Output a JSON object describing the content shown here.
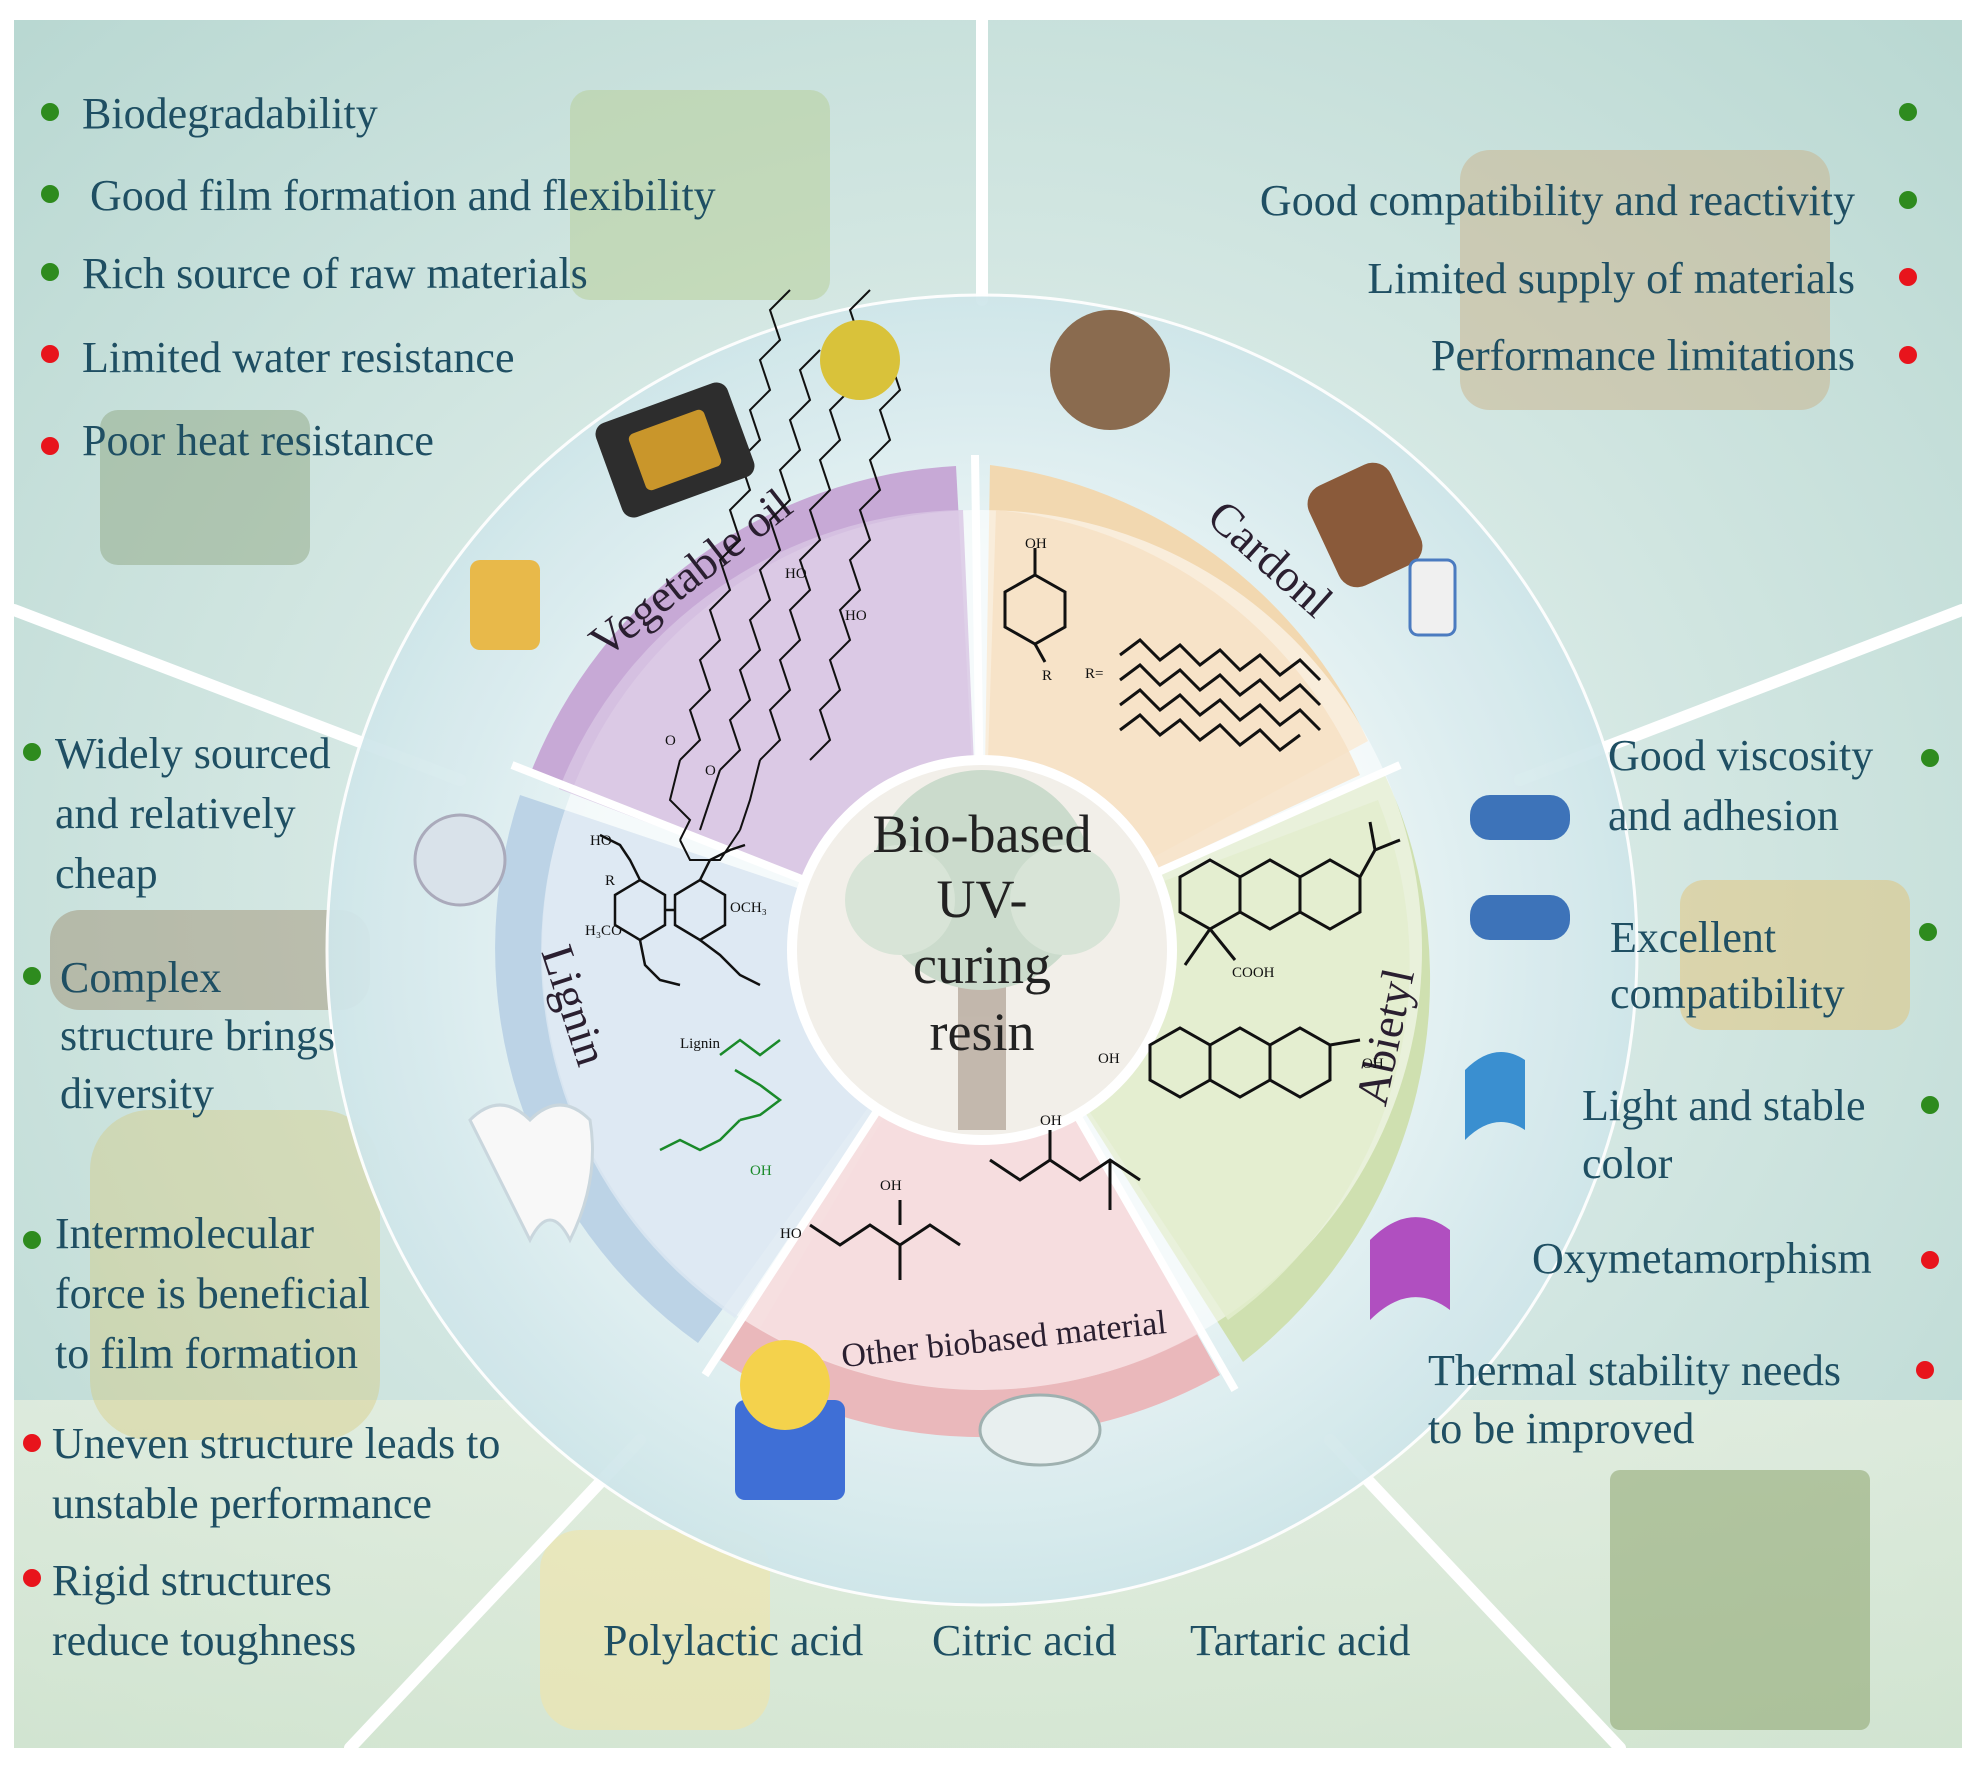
{
  "center": {
    "lines": [
      "Bio-based",
      "UV-",
      "curing",
      "resin"
    ]
  },
  "colors": {
    "good": "#2e8b1e",
    "bad": "#e8141c",
    "text": "#1f4f63",
    "vegetable_oil": "#c7a9d6",
    "cardonl": "#f2d8b0",
    "abietyl": "#cfe0b0",
    "lignin": "#bcd3e6",
    "other": "#eab8bb"
  },
  "segments": {
    "vegetable_oil": "Vegetable oil",
    "cardonl": "Cardonl",
    "abietyl": "Abietyl",
    "lignin": "Lignin",
    "other": "Other biobased material"
  },
  "vegetable_oil_panel": {
    "items": [
      {
        "text": "Biodegradability",
        "status": "good"
      },
      {
        "text": "Good film formation and flexibility",
        "status": "good"
      },
      {
        "text": "Rich source of raw materials",
        "status": "good"
      },
      {
        "text": "Limited water resistance",
        "status": "bad"
      },
      {
        "text": "Poor heat resistance",
        "status": "bad"
      }
    ]
  },
  "cardonl_panel": {
    "items": [
      {
        "text": "",
        "status": "good"
      },
      {
        "text": "Good compatibility and reactivity",
        "status": "good"
      },
      {
        "text": "Limited supply of materials",
        "status": "bad"
      },
      {
        "text": "Performance limitations",
        "status": "bad"
      }
    ]
  },
  "lignin_panel": {
    "items": [
      {
        "lines": [
          "Widely sourced",
          "and relatively",
          "cheap"
        ],
        "status": "good"
      },
      {
        "lines": [
          "Complex",
          "structure brings",
          "diversity"
        ],
        "status": "good"
      },
      {
        "lines": [
          "Intermolecular",
          "force is beneficial",
          "to film formation"
        ],
        "status": "good"
      },
      {
        "lines": [
          "Uneven structure leads to",
          "unstable performance"
        ],
        "status": "bad"
      },
      {
        "lines": [
          "Rigid structures",
          "reduce toughness"
        ],
        "status": "bad"
      }
    ]
  },
  "abietyl_panel": {
    "items": [
      {
        "lines": [
          "Good viscosity",
          "and adhesion"
        ],
        "status": "good"
      },
      {
        "lines": [
          "Excellent",
          "compatibility"
        ],
        "status": "good"
      },
      {
        "lines": [
          "Light and stable",
          "color"
        ],
        "status": "good"
      },
      {
        "lines": [
          "Oxymetamorphism"
        ],
        "status": "bad"
      },
      {
        "lines": [
          "Thermal stability needs",
          "to be improved"
        ],
        "status": "bad"
      }
    ]
  },
  "other_panel": {
    "examples": [
      "Polylactic acid",
      "Citric acid",
      "Tartaric acid"
    ]
  },
  "chem_labels": {
    "oh": "OH",
    "r": "R",
    "r_eq": "R=",
    "cooh": "COOH",
    "ho": "HO",
    "och3": "OCH₃",
    "h3co": "H₃CO",
    "lignin": "Lignin",
    "o": "O"
  }
}
